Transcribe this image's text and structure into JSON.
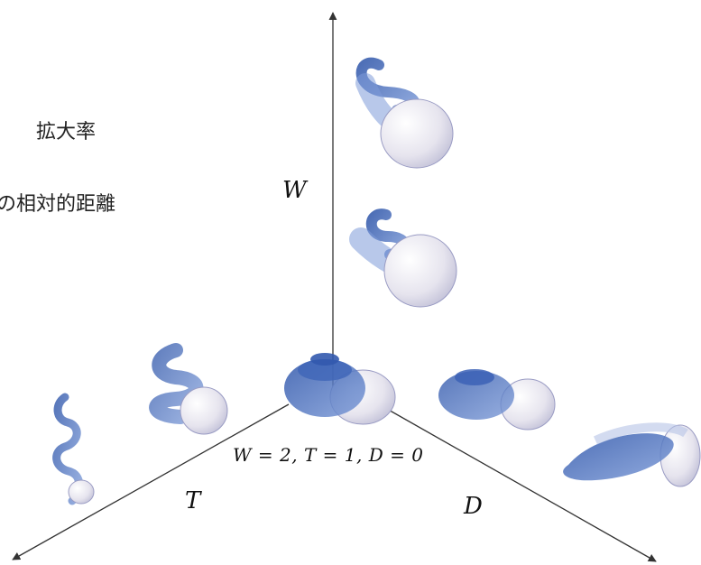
{
  "legend": {
    "line1": "拡大率",
    "line2": "の相対的距離"
  },
  "axes": {
    "w_label": "W",
    "t_label": "T",
    "d_label": "D"
  },
  "origin_label": "W = 2, T = 1, D = 0",
  "colors": {
    "shell_blue": "#4a6fc0",
    "shell_light": "#f2f0f6",
    "axis": "#333333"
  }
}
